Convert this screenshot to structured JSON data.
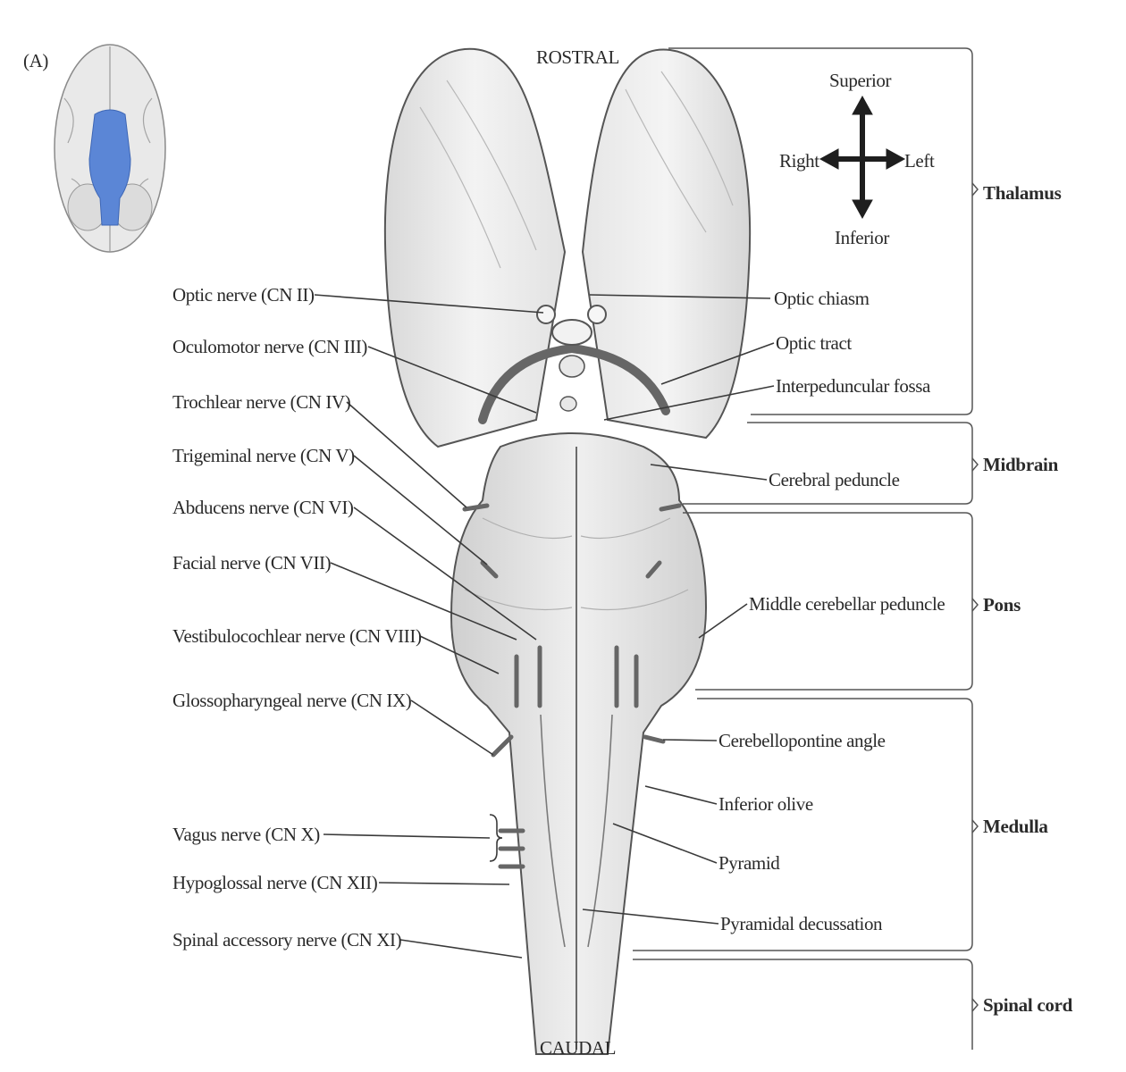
{
  "panel_label": "(A)",
  "orientation": {
    "top": "ROSTRAL",
    "bottom": "CAUDAL"
  },
  "compass": {
    "up": "Superior",
    "down": "Inferior",
    "left": "Right",
    "right": "Left"
  },
  "left_labels": [
    "Optic nerve (CN II)",
    "Oculomotor nerve (CN III)",
    "Trochlear nerve (CN IV)",
    "Trigeminal nerve (CN V)",
    "Abducens nerve (CN VI)",
    "Facial nerve (CN VII)",
    "Vestibulocochlear nerve (CN VIII)",
    "Glossopharyngeal nerve (CN IX)",
    "Vagus nerve (CN X)",
    "Hypoglossal nerve (CN XII)",
    "Spinal accessory nerve (CN XI)"
  ],
  "right_labels": [
    "Optic chiasm",
    "Optic tract",
    "Interpeduncular fossa",
    "Cerebral peduncle",
    "Middle cerebellar peduncle",
    "Cerebellopontine angle",
    "Inferior olive",
    "Pyramid",
    "Pyramidal decussation"
  ],
  "regions": [
    "Thalamus",
    "Midbrain",
    "Pons",
    "Medulla",
    "Spinal cord"
  ],
  "colors": {
    "highlight": "#5b86d6",
    "ink": "#2a2a2a",
    "tissue": "#ececec"
  }
}
